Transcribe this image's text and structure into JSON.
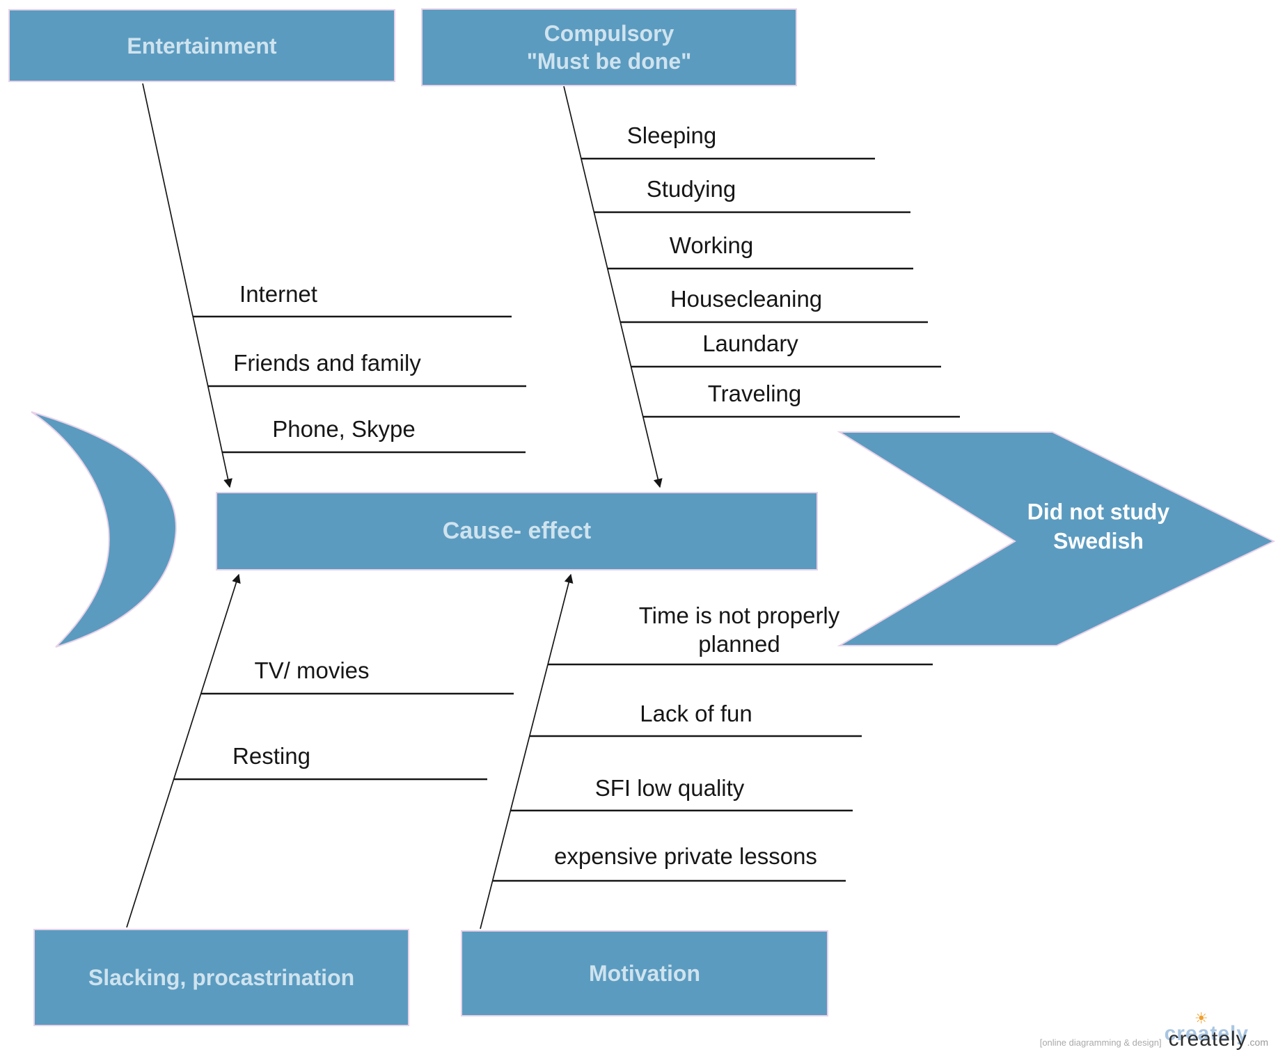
{
  "diagram": {
    "category_boxes": {
      "entertainment": {
        "label": "Entertainment"
      },
      "compulsory": {
        "line1": "Compulsory",
        "line2": "\"Must be done\""
      },
      "slacking": {
        "label": "Slacking, procastrination"
      },
      "motivation": {
        "label": "Motivation"
      }
    },
    "spine": {
      "label": "Cause- effect"
    },
    "effect": {
      "label": "Did not study Swedish"
    },
    "branches": {
      "entertainment": {
        "items": [
          "Internet",
          "Friends and family",
          "Phone, Skype"
        ]
      },
      "compulsory": {
        "items": [
          "Sleeping",
          "Studying",
          "Working",
          "Housecleaning",
          "Laundary",
          "Traveling"
        ]
      },
      "slacking": {
        "items": [
          "TV/ movies",
          "Resting"
        ]
      },
      "motivation": {
        "items": [
          "Time is not properly planned",
          "Lack of fun",
          "SFI low quality",
          "expensive private lessons"
        ]
      }
    },
    "colors": {
      "shape_fill": "#5b9bc0",
      "shape_border": "#e8d2e8",
      "box_text": "#cfe3ee",
      "effect_text": "#ffffff",
      "connector_line": "#161616"
    },
    "footer": {
      "tagline": "[online diagramming & design]",
      "brand": "creately",
      "brand_suffix": ".com",
      "icon": "bulb-icon"
    }
  }
}
